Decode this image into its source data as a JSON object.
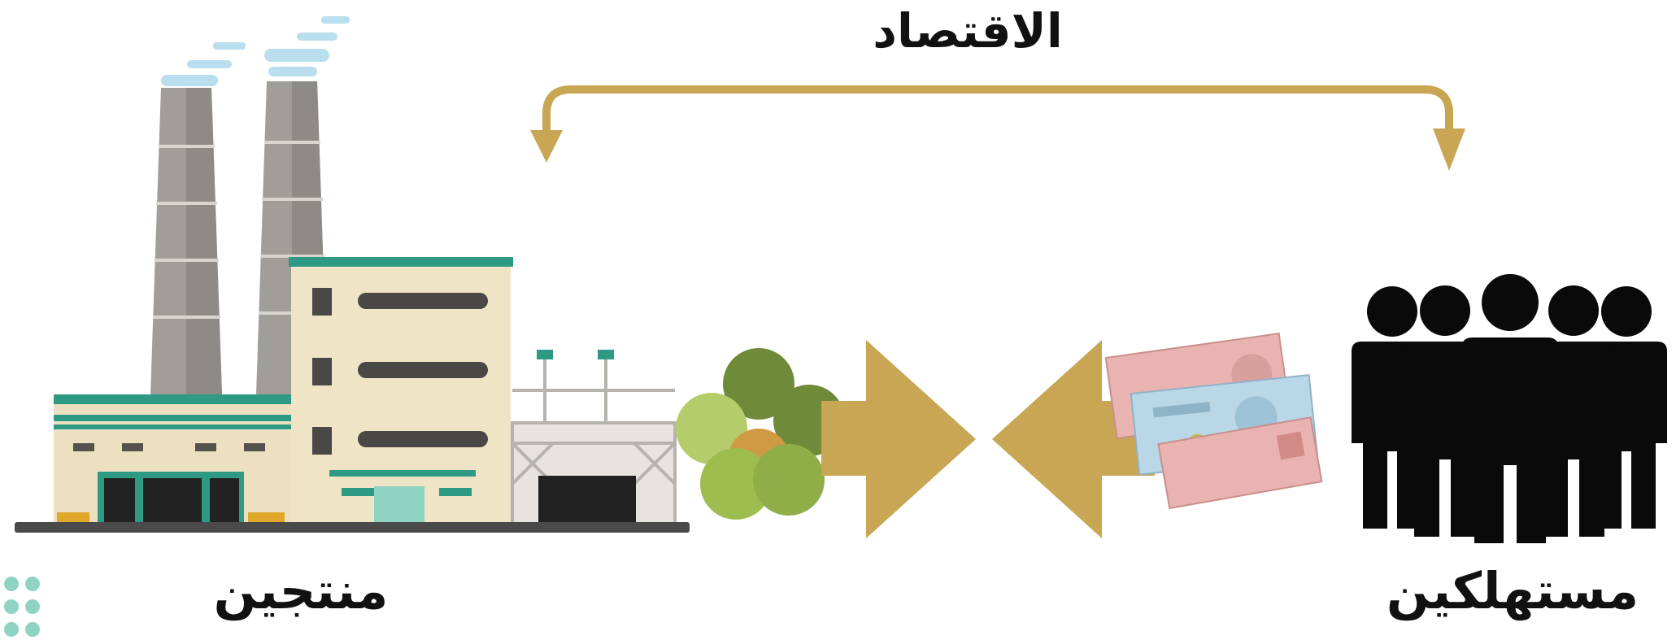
{
  "diagram": {
    "title": "الاقتصاد",
    "producers_label": "منتجين",
    "consumers_label": "مستهلكين"
  },
  "colors": {
    "arrow_gold": "#c8a654",
    "people_black": "#0a0a0a",
    "produce_greens": [
      "#9fbc4f",
      "#6f8a38",
      "#8fae48",
      "#b5cc6a",
      "#7d9b3e"
    ],
    "factory_teal": "#2f9a84",
    "factory_cream": "#f0e4c6",
    "chimney_grey": "#a19e99",
    "smoke_blue": "#b9dfee"
  },
  "icons": [
    "factory-icon",
    "produce-icon",
    "banknotes-icon",
    "people-icon",
    "double-arrow-icon",
    "arrow-right-icon",
    "arrow-left-icon"
  ]
}
